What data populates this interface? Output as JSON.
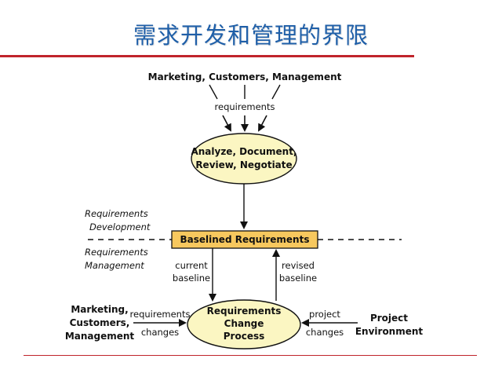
{
  "slide": {
    "title": "需求开发和管理的界限"
  },
  "diagram": {
    "top_sources": "Marketing, Customers, Management",
    "top_requirements": "requirements",
    "analyze_line1": "Analyze, Document,",
    "analyze_line2": "Review, Negotiate",
    "dev_label_line1": "Requirements",
    "dev_label_line2": "Development",
    "mgmt_label_line1": "Requirements",
    "mgmt_label_line2": "Management",
    "baselined": "Baselined Requirements",
    "current_line1": "current",
    "current_line2": "baseline",
    "revised_line1": "revised",
    "revised_line2": "baseline",
    "change_line1": "Requirements",
    "change_line2": "Change",
    "change_line3": "Process",
    "left_src_line1": "Marketing,",
    "left_src_line2": "Customers,",
    "left_src_line3": "Management",
    "req_changes_line1": "requirements",
    "req_changes_line2": "changes",
    "project_changes_line1": "project",
    "project_changes_line2": "changes",
    "env_line1": "Project",
    "env_line2": "Environment"
  },
  "colors": {
    "title": "#1f5fa8",
    "rule": "#c0242b",
    "ellipse_fill": "#fbf6c2",
    "box_fill": "#f7c85e",
    "box_border": "#c58b1d"
  }
}
